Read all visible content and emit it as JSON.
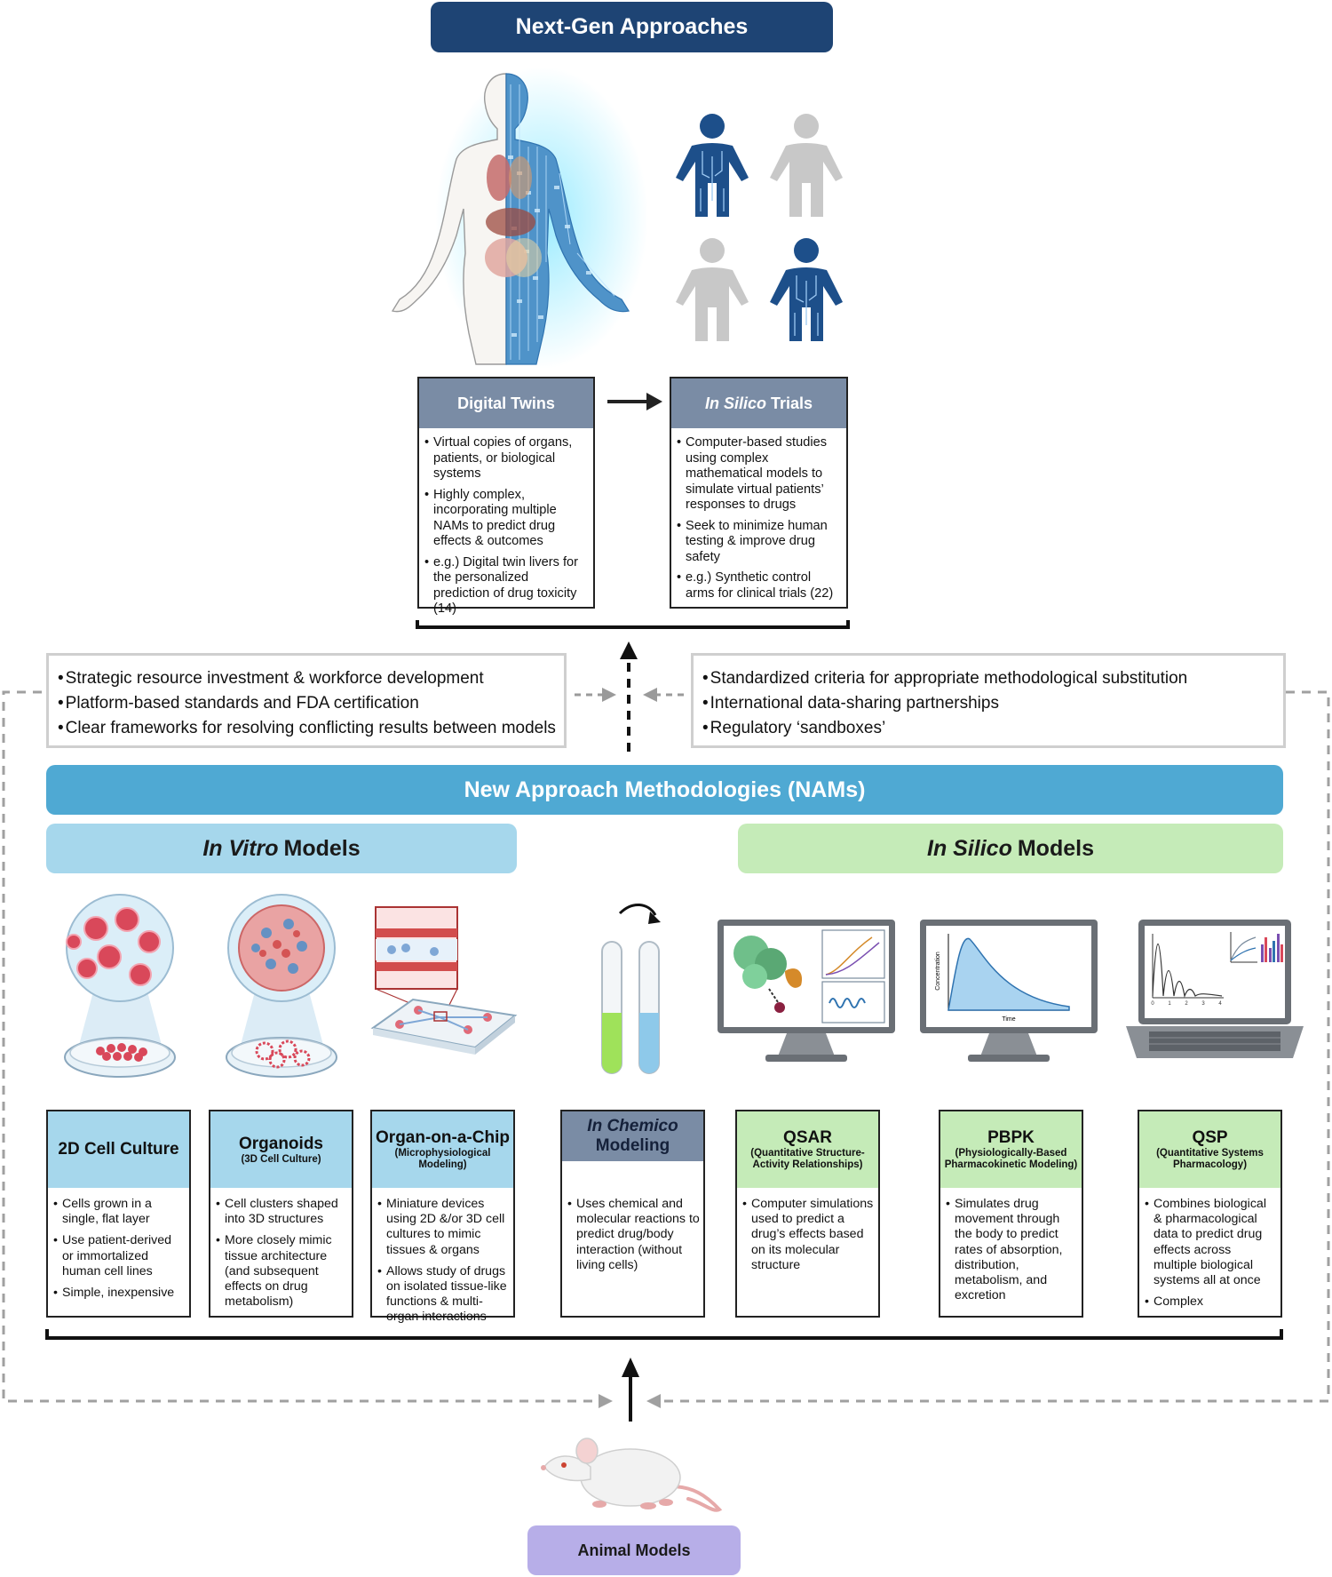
{
  "header": {
    "title": "Next-Gen Approaches"
  },
  "digital_twins": {
    "title": "Digital Twins",
    "bullets": [
      "Virtual copies of organs, patients, or biological systems",
      "Highly complex, incorporating multiple NAMs to predict drug effects & outcomes",
      "e.g.) Digital twin livers for the personalized prediction of drug toxicity (14)"
    ]
  },
  "in_silico_trials": {
    "title_italic": "In Silico",
    "title_rest": "Trials",
    "bullets": [
      "Computer-based studies using complex mathematical models to simulate virtual patients’ responses to drugs",
      "Seek to minimize human testing & improve drug safety",
      "e.g.) Synthetic control arms for clinical trials (22)"
    ]
  },
  "challenges_left": [
    "Strategic resource investment & workforce development",
    "Platform-based standards and FDA certification",
    "Clear frameworks for resolving conflicting results between models"
  ],
  "challenges_right": [
    "Standardized criteria for appropriate methodological substitution",
    "International data-sharing partnerships",
    "Regulatory ‘sandboxes’"
  ],
  "nams": {
    "title": "New Approach Methodologies (NAMs)"
  },
  "in_vitro": {
    "italic": "In Vitro",
    "rest": "Models"
  },
  "in_silico": {
    "italic": "In Silico",
    "rest": "Models"
  },
  "methods": [
    {
      "title": "2D Cell Culture",
      "subtitle": "",
      "bullets": [
        "Cells grown in a single, flat layer",
        "Use patient-derived or immortalized human cell lines",
        "Simple, inexpensive"
      ]
    },
    {
      "title": "Organoids",
      "subtitle": "(3D Cell Culture)",
      "bullets": [
        "Cell clusters shaped into 3D structures",
        "More closely mimic tissue architecture (and subsequent effects on drug metabolism)"
      ]
    },
    {
      "title": "Organ-on-a-Chip",
      "subtitle": "(Microphysiological Modeling)",
      "bullets": [
        "Miniature devices using 2D &/or 3D cell cultures to mimic tissues & organs",
        "Allows study of drugs on isolated tissue-like functions & multi-organ interactions"
      ]
    },
    {
      "title_italic": "In Chemico",
      "title": "Modeling",
      "subtitle": "",
      "bullets": [
        "Uses chemical and molecular reactions to predict drug/body interaction (without living cells)"
      ]
    },
    {
      "title": "QSAR",
      "subtitle": "(Quantitative Structure-Activity Relationships)",
      "bullets": [
        "Computer simulations used to predict a drug’s effects based on its molecular structure"
      ]
    },
    {
      "title": "PBPK",
      "subtitle": "(Physiologically-Based Pharmacokinetic Modeling)",
      "bullets": [
        "Simulates drug movement through the body to predict rates of absorption, distribution, metabolism, and excretion"
      ]
    },
    {
      "title": "QSP",
      "subtitle": "(Quantitative Systems Pharmacology)",
      "bullets": [
        "Combines biological & pharmacological data to predict drug effects across multiple biological systems all at once",
        "Complex"
      ]
    }
  ],
  "pk_plot": {
    "ylabel": "Concentration",
    "xlabel": "Time"
  },
  "laptop_plot": {
    "ticks": [
      "0",
      "1",
      "2",
      "3",
      "4"
    ]
  },
  "animal": {
    "title": "Animal Models"
  },
  "colors": {
    "navy": "#1e4474",
    "nams_blue": "#4fa9d3",
    "invitro_blue": "#a6d7ec",
    "insilico_green": "#c5ebb8",
    "animal_purple": "#b7aee8",
    "card_header_slate": "#7a8ca5"
  }
}
